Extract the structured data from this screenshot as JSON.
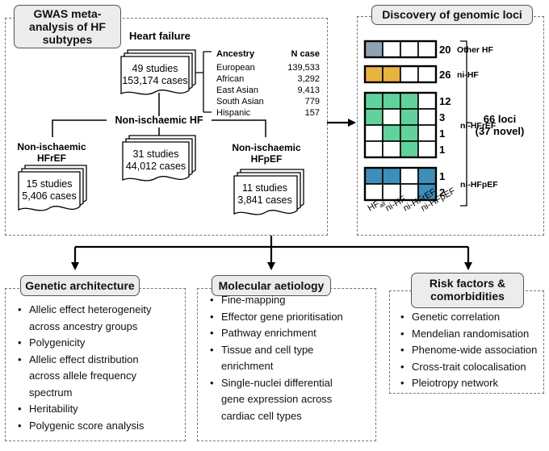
{
  "gwas": {
    "title": "GWAS meta-analysis of HF subtypes",
    "heart_failure": {
      "label": "Heart failure",
      "studies": "49 studies",
      "cases": "153,174 cases"
    },
    "ancestry_header": "Ancestry",
    "ncase_header": "N case",
    "ancestries": [
      {
        "name": "European",
        "n": "139,533"
      },
      {
        "name": "African",
        "n": "3,292"
      },
      {
        "name": "East Asian",
        "n": "9,413"
      },
      {
        "name": "South Asian",
        "n": "779"
      },
      {
        "name": "Hispanic",
        "n": "157"
      }
    ],
    "ni_hf": {
      "label": "Non-ischaemic HF",
      "studies": "31 studies",
      "cases": "44,012 cases"
    },
    "ni_hfref": {
      "label_line1": "Non-ischaemic",
      "label_line2": "HFrEF",
      "studies": "15 studies",
      "cases": "5,406 cases"
    },
    "ni_hfpef": {
      "label_line1": "Non-ischaemic",
      "label_line2": "HFpEF",
      "studies": "11 studies",
      "cases": "3,841 cases"
    }
  },
  "discovery": {
    "title": "Discovery of genomic loci",
    "colors": {
      "grey": "#8fa3b3",
      "orange": "#e9b33c",
      "green": "#5fd39b",
      "blue": "#3b8fb8",
      "empty": "#ffffff"
    },
    "groups": [
      {
        "label": "Other HF",
        "rows": [
          {
            "count": "20",
            "cells": [
              "grey",
              "empty",
              "empty",
              "empty"
            ]
          }
        ]
      },
      {
        "label": "ni-HF",
        "rows": [
          {
            "count": "26",
            "cells": [
              "orange",
              "orange",
              "empty",
              "empty"
            ]
          }
        ]
      },
      {
        "label": "ni-HFrEF",
        "rows": [
          {
            "count": "12",
            "cells": [
              "green",
              "green",
              "green",
              "empty"
            ]
          },
          {
            "count": "3",
            "cells": [
              "green",
              "empty",
              "green",
              "empty"
            ]
          },
          {
            "count": "1",
            "cells": [
              "empty",
              "green",
              "green",
              "empty"
            ]
          },
          {
            "count": "1",
            "cells": [
              "empty",
              "empty",
              "green",
              "empty"
            ]
          }
        ]
      },
      {
        "label": "ni-HFpEF",
        "rows": [
          {
            "count": "1",
            "cells": [
              "blue",
              "blue",
              "empty",
              "blue"
            ]
          },
          {
            "count": "2",
            "cells": [
              "empty",
              "empty",
              "empty",
              "blue"
            ]
          }
        ]
      }
    ],
    "columns": [
      "HF",
      "ni-HF",
      "ni-HFrEF",
      "ni-HFpEF"
    ],
    "hf_sub": "all",
    "total_line1": "66 loci",
    "total_line2": "(37 novel)"
  },
  "genetic_architecture": {
    "title": "Genetic architecture",
    "items": [
      [
        "Allelic effect heterogeneity",
        "across ancestry groups"
      ],
      [
        "Polygenicity"
      ],
      [
        "Allelic effect distribution",
        "across allele frequency",
        "spectrum"
      ],
      [
        "Heritability"
      ],
      [
        "Polygenic score analysis"
      ]
    ]
  },
  "molecular_aetiology": {
    "title": "Molecular aetiology",
    "items": [
      [
        "Fine-mapping"
      ],
      [
        "Effector gene prioritisation"
      ],
      [
        "Pathway enrichment"
      ],
      [
        "Tissue and cell type",
        "enrichment"
      ],
      [
        "Single-nuclei differential",
        "gene expression across",
        "cardiac cell types"
      ]
    ]
  },
  "risk_factors": {
    "title_line1": "Risk factors &",
    "title_line2": "comorbidities",
    "items": [
      [
        "Genetic correlation"
      ],
      [
        "Mendelian randomisation"
      ],
      [
        "Phenome-wide association"
      ],
      [
        "Cross-trait colocalisation"
      ],
      [
        "Pleiotropy network"
      ]
    ]
  }
}
